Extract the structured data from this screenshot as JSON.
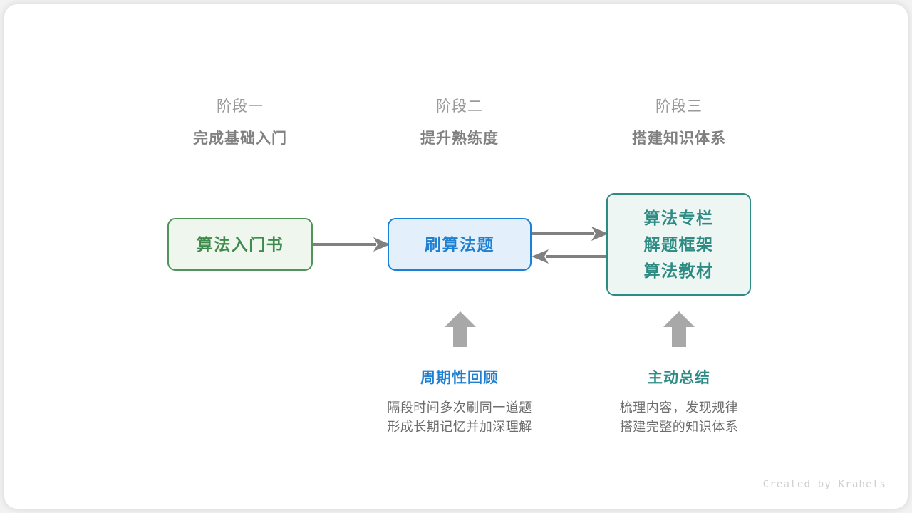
{
  "stages": [
    {
      "sub": "阶段一",
      "title": "完成基础入门"
    },
    {
      "sub": "阶段二",
      "title": "提升熟练度"
    },
    {
      "sub": "阶段三",
      "title": "搭建知识体系"
    }
  ],
  "nodes": {
    "book": {
      "lines": [
        "算法入门书"
      ],
      "color": "#3f8a4c",
      "border": "#51945a",
      "fill": "#eef6ee"
    },
    "practice": {
      "lines": [
        "刷算法题"
      ],
      "color": "#1f7fd0",
      "border": "#1b80d8",
      "fill": "#e3f0fb"
    },
    "resources": {
      "lines": [
        "算法专栏",
        "解题框架",
        "算法教材"
      ],
      "color": "#2e8b84",
      "border": "#2e8b84",
      "fill": "#edf6f3"
    }
  },
  "connectors": [
    {
      "name": "book-to-practice",
      "direction": "right"
    },
    {
      "name": "practice-to-resources",
      "direction": "right"
    },
    {
      "name": "resources-to-practice",
      "direction": "left"
    },
    {
      "name": "review-up",
      "direction": "up"
    },
    {
      "name": "summary-up",
      "direction": "up"
    }
  ],
  "notes": [
    {
      "title": "周期性回顾",
      "body": [
        "隔段时间多次刷同一道题",
        "形成长期记忆并加深理解"
      ],
      "color": "#1f7fd0"
    },
    {
      "title": "主动总结",
      "body": [
        "梳理内容，发现规律",
        "搭建完整的知识体系"
      ],
      "color": "#2e8b84"
    }
  ],
  "credit": "Created by Krahets",
  "colors": {
    "arrow": "#808080",
    "stage_sub": "#9a9a9a",
    "stage_title": "#808080",
    "note_body": "#6d6d6d",
    "background": "#ffffff"
  }
}
